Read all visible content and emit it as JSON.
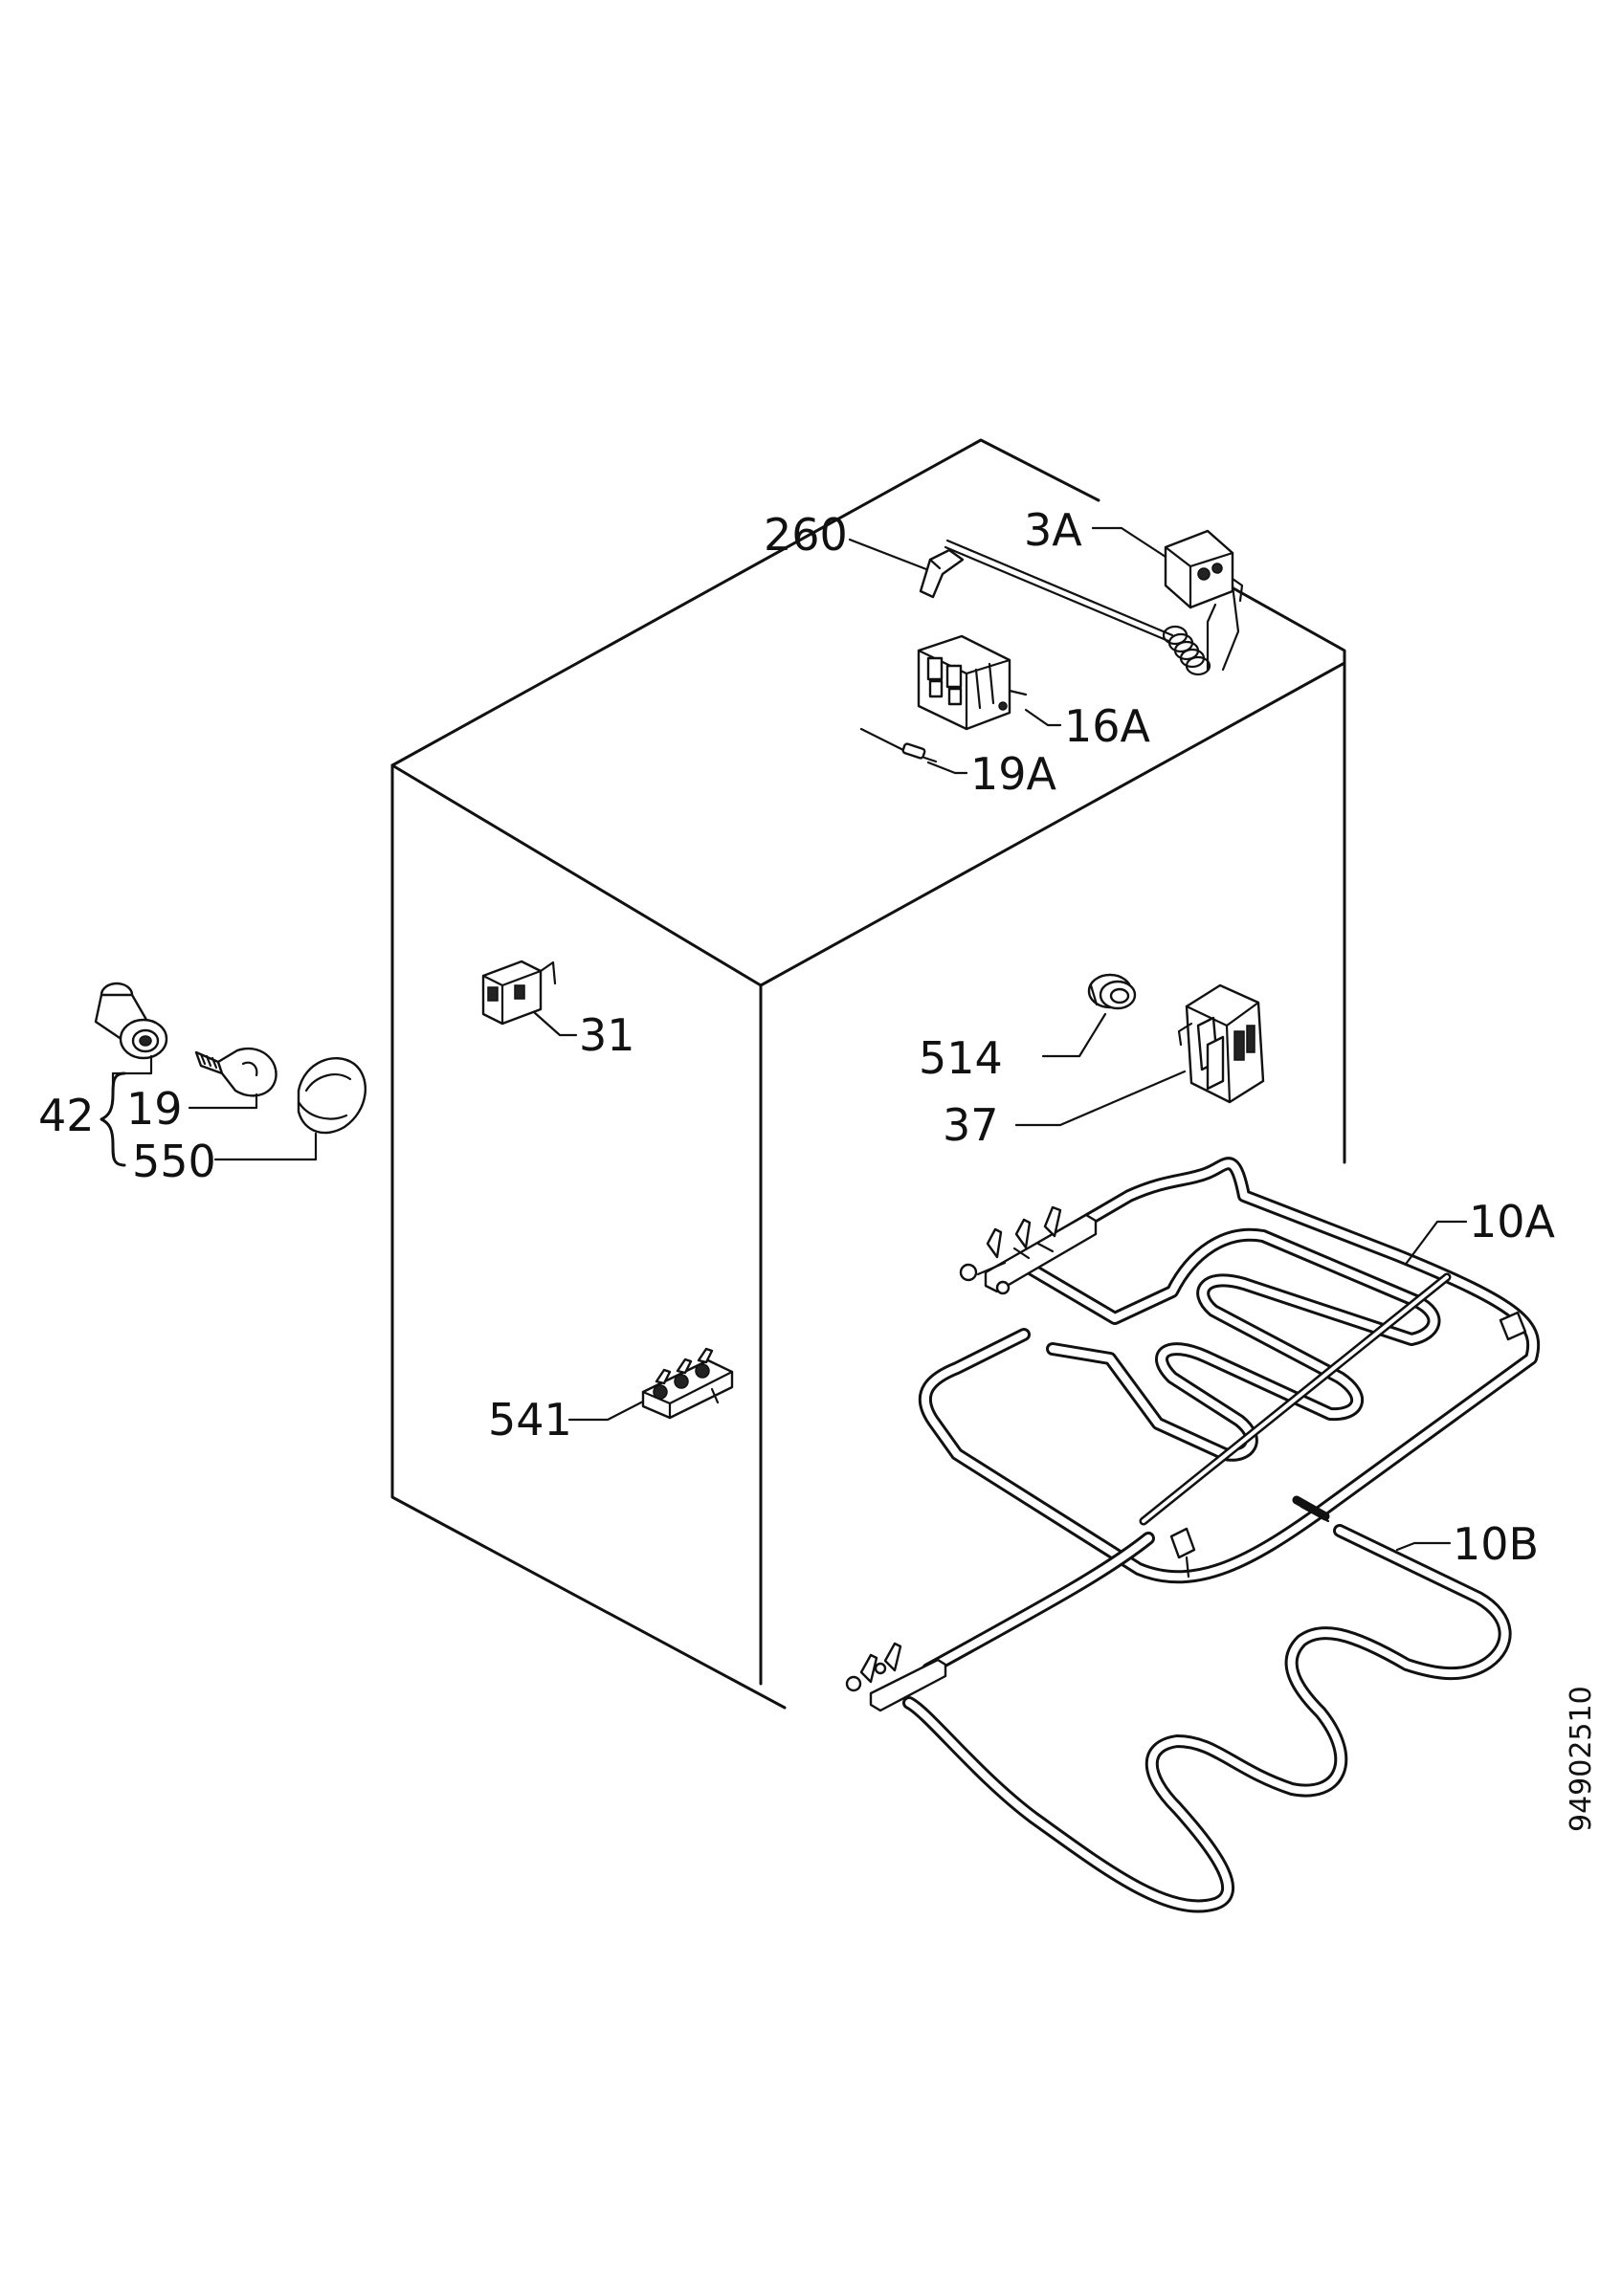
{
  "labels": {
    "p260": "260",
    "p3a": "3A",
    "p16a": "16A",
    "p19a": "19A",
    "p31": "31",
    "p42": "42",
    "p19": "19",
    "p550": "550",
    "p514": "514",
    "p37": "37",
    "p10a": "10A",
    "p541": "541",
    "p10b": "10B"
  },
  "doc_number": "94902510"
}
